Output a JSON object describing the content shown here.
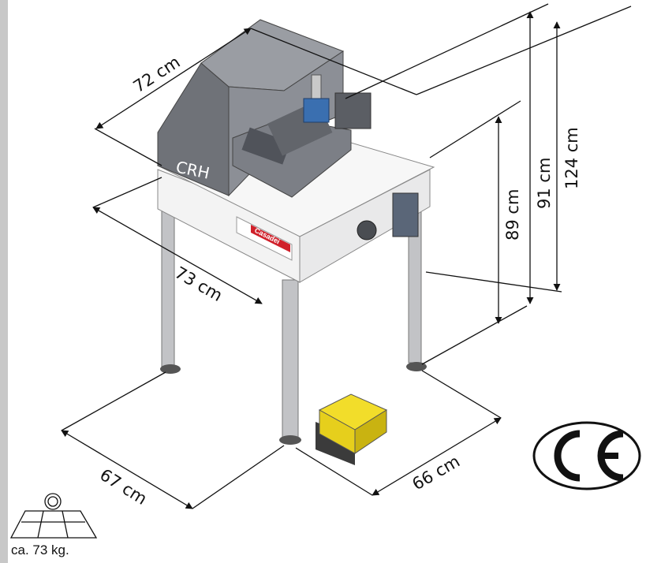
{
  "dimensions": {
    "width_top": "72 cm",
    "depth_top": "73 cm",
    "table_height": "89 cm",
    "body_height": "91 cm",
    "total_height": "124 cm",
    "footprint_width": "67 cm",
    "footprint_depth": "66 cm"
  },
  "machine": {
    "model_label": "CRH",
    "brand_label": "Casadei"
  },
  "weight": {
    "label": "ca. 73 kg.",
    "icon": "weight-icon"
  },
  "certification": {
    "mark": "CE",
    "icon": "ce-mark-icon"
  },
  "colors": {
    "frame": "#f3f3f3",
    "housing": "#8c8f96",
    "leg": "#c2c3c6",
    "pedal": "#f2dd2a",
    "valve": "#3a6fb0",
    "brand_red": "#d0202a"
  }
}
